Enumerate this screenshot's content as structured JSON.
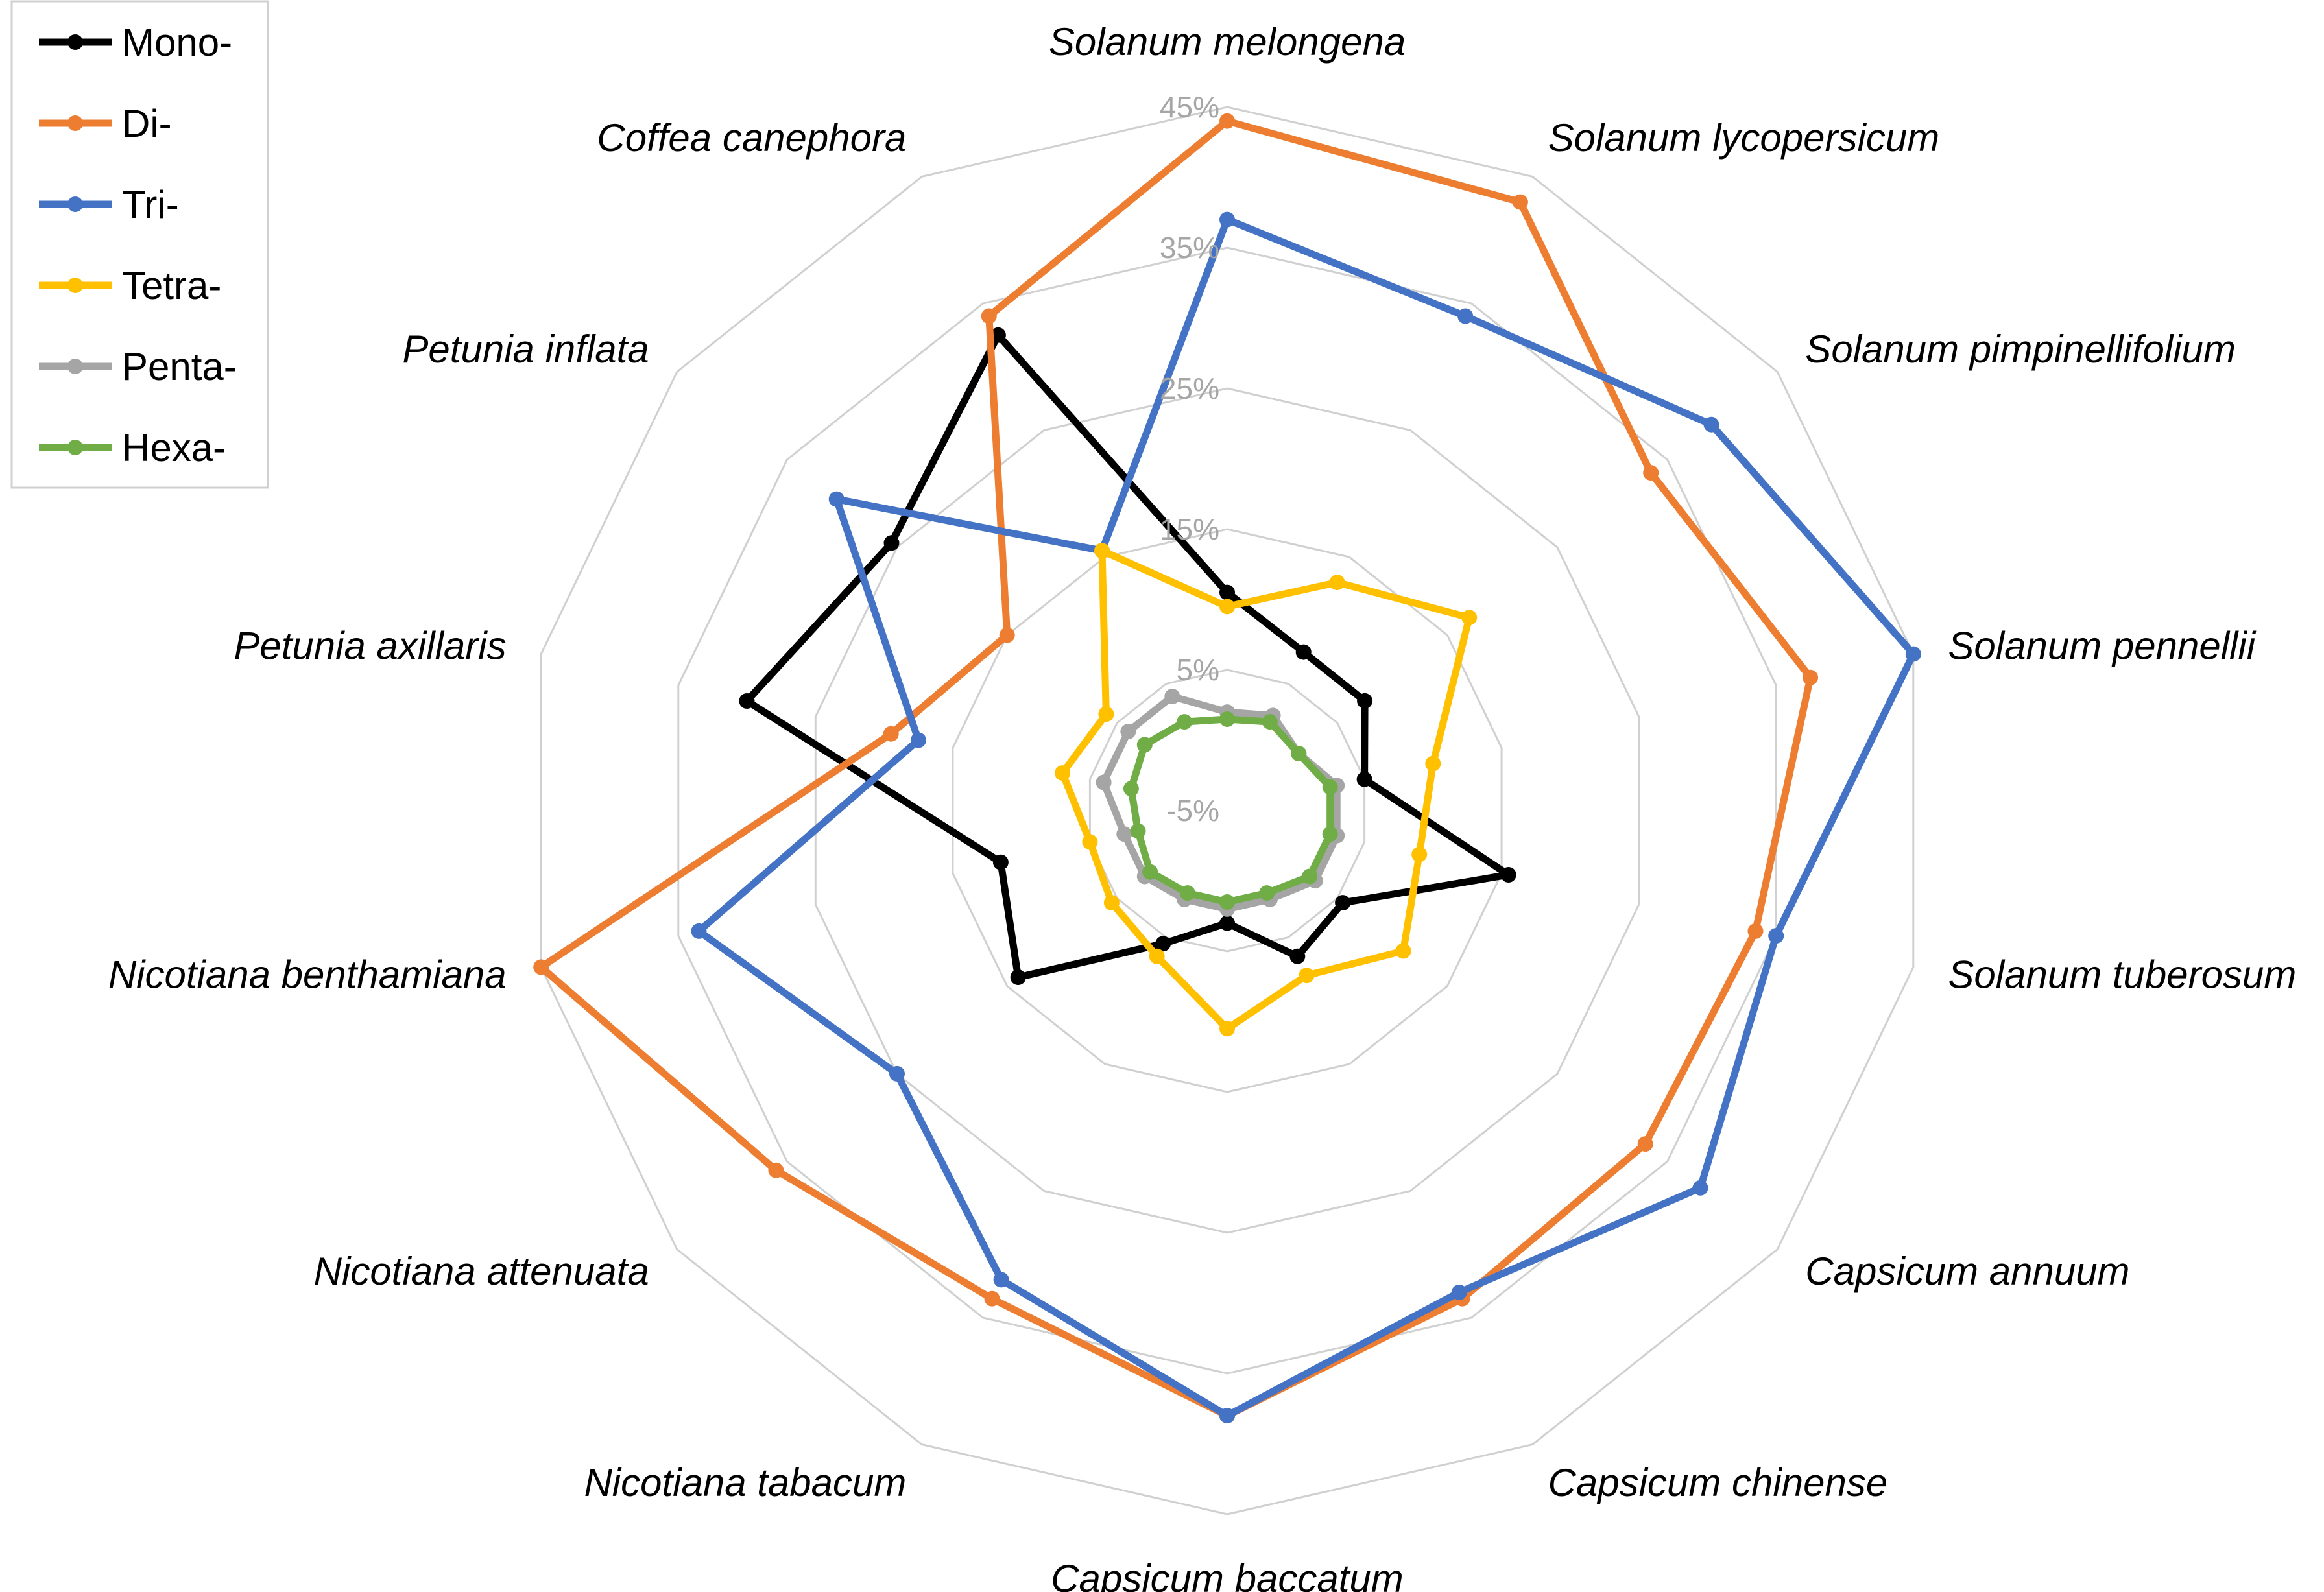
{
  "chart_data": {
    "type": "radar",
    "categories": [
      "Solanum melongena",
      "Solanum lycopersicum",
      "Solanum pimpinellifolium",
      "Solanum pennellii",
      "Solanum tuberosum",
      "Capsicum annuum",
      "Capsicum chinense",
      "Capsicum baccatum",
      "Nicotiana tabacum",
      "Nicotiana attenuata",
      "Nicotiana benthamiana",
      "Petunia axillaris",
      "Petunia inflata",
      "Coffea canephora"
    ],
    "range": [
      -5,
      45
    ],
    "ticks": [
      -5,
      5,
      15,
      25,
      35,
      45
    ],
    "tick_labels": [
      "-5%",
      "5%",
      "15%",
      "25%",
      "35%",
      "45%"
    ],
    "grid": true,
    "legend_position": "top-left",
    "series": [
      {
        "name": "Mono-",
        "color": "#000000",
        "values": [
          10.5,
          7.5,
          7.5,
          5.0,
          15.5,
          5.5,
          6.5,
          3.0,
          5.5,
          14.0,
          11.5,
          30.0,
          25.5,
          32.5
        ]
      },
      {
        "name": "Di-",
        "color": "#ed7d31",
        "values": [
          44.0,
          43.0,
          33.5,
          37.5,
          33.5,
          33.0,
          33.5,
          38.0,
          33.5,
          36.0,
          45.0,
          19.5,
          15.0,
          34.0
        ]
      },
      {
        "name": "Tri-",
        "color": "#4472c4",
        "values": [
          37.0,
          34.0,
          39.0,
          45.0,
          35.0,
          38.0,
          33.0,
          38.0,
          32.0,
          25.0,
          33.5,
          17.5,
          30.5,
          15.5
        ]
      },
      {
        "name": "Tetra-",
        "color": "#ffc000",
        "values": [
          9.5,
          13.0,
          17.0,
          10.0,
          9.0,
          11.0,
          8.0,
          10.5,
          6.5,
          5.5,
          5.0,
          7.0,
          6.0,
          15.5
        ]
      },
      {
        "name": "Penta-",
        "color": "#a5a5a5",
        "values": [
          2.0,
          2.5,
          1.5,
          3.0,
          3.0,
          3.0,
          2.0,
          2.0,
          2.0,
          2.5,
          2.5,
          4.0,
          4.0,
          4.0
        ]
      },
      {
        "name": "Hexa-",
        "color": "#70ad47",
        "values": [
          1.5,
          2.0,
          1.5,
          2.5,
          2.5,
          2.5,
          1.5,
          1.5,
          1.5,
          2.0,
          1.5,
          2.0,
          2.5,
          2.0
        ]
      }
    ]
  }
}
